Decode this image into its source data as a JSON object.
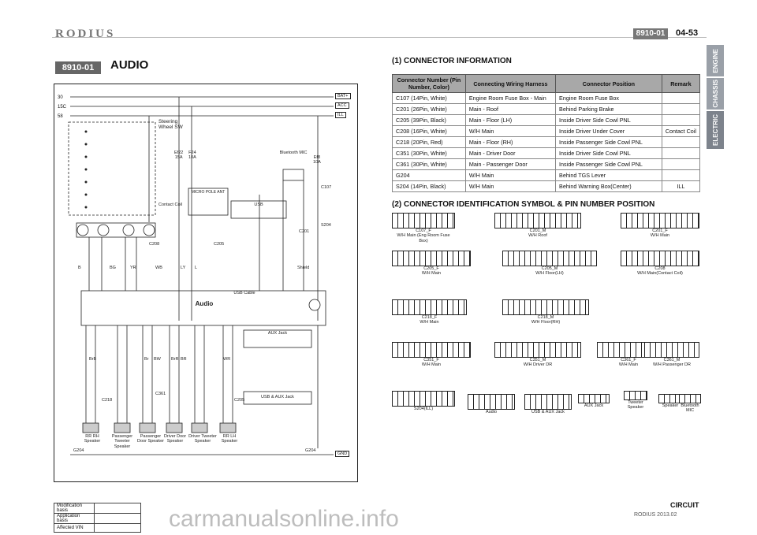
{
  "header": {
    "brand": "RODIUS",
    "code": "8910-01",
    "page": "04-53"
  },
  "side_tabs": [
    "ENGINE",
    "CHASSIS",
    "ELECTRIC"
  ],
  "section": {
    "code": "8910-01",
    "title": "AUDIO"
  },
  "diagram": {
    "rails": [
      "30",
      "15C",
      "58"
    ],
    "rail_tags": [
      "BAT+",
      "ACC",
      "ILL"
    ],
    "steering_sw": "Steering Wheel SW",
    "contact_coil": "Contact Coil",
    "fuses": [
      {
        "id": "Ef22",
        "amp": "15A"
      },
      {
        "id": "F24",
        "amp": "10A"
      },
      {
        "id": "Ef8",
        "amp": "10A"
      }
    ],
    "micro_pole": "MICRO POLE ANT",
    "usb": "USB",
    "bluetooth": "Bluetooth MIC",
    "audio": "Audio",
    "usb_cable": "USB Cable",
    "aux_jack": "AUX Jack",
    "usb_aux_jack": "USB & AUX Jack",
    "connectors": [
      "C208",
      "C107",
      "C205",
      "C201",
      "S204",
      "C218",
      "C361",
      "C205"
    ],
    "speakers": [
      "RR RH Speaker",
      "Passenger Tweeter Speaker",
      "Passenger Door Speaker",
      "Driver Door Speaker",
      "Driver Tweeter Speaker",
      "RR LH Speaker"
    ],
    "grounds": [
      "G204",
      "G204"
    ],
    "gnd_tag": "GND",
    "wire_colors": [
      "B",
      "BG",
      "BrB",
      "Br",
      "BW",
      "BrR",
      "BR",
      "WR",
      "WB",
      "LY",
      "L",
      "YR",
      "Shield"
    ]
  },
  "connector_info": {
    "heading": "(1) CONNECTOR INFORMATION",
    "columns": [
      "Connector Number (Pin Number, Color)",
      "Connecting Wiring Harness",
      "Connector Position",
      "Remark"
    ],
    "rows": [
      [
        "C107 (14Pin, White)",
        "Engine Room Fuse Box - Main",
        "Engine Room Fuse Box",
        ""
      ],
      [
        "C201 (26Pin, White)",
        "Main - Roof",
        "Behind Parking Brake",
        ""
      ],
      [
        "C205 (39Pin, Black)",
        "Main - Floor (LH)",
        "Inside Driver Side Cowl PNL",
        ""
      ],
      [
        "C208 (16Pin, White)",
        "W/H Main",
        "Inside Driver Under Cover",
        "Contact Coil"
      ],
      [
        "C218 (20Pin, Red)",
        "Main - Floor (RH)",
        "Inside Passenger Side Cowl PNL",
        ""
      ],
      [
        "C351 (30Pin, White)",
        "Main - Driver Door",
        "Inside Driver Side Cowl PNL",
        ""
      ],
      [
        "C361 (30Pin, White)",
        "Main - Passenger Door",
        "Inside Passenger Side Cowl PNL",
        ""
      ],
      [
        "G204",
        "W/H Main",
        "Behind TGS Lever",
        ""
      ],
      [
        "S204 (14Pin, Black)",
        "W/H Main",
        "Behind Warning Box(Center)",
        "ILL"
      ]
    ]
  },
  "connector_id": {
    "heading": "(2) CONNECTOR IDENTIFICATION SYMBOL & PIN NUMBER POSITION",
    "items": [
      {
        "name": "C107_F",
        "sub": "W/H Main (Eng Room Fuse Box)"
      },
      {
        "name": "C201_M",
        "sub": "W/H Roof"
      },
      {
        "name": "C201_F",
        "sub": "W/H Main"
      },
      {
        "name": "C205_F",
        "sub": "W/H Main"
      },
      {
        "name": "C205_M",
        "sub": "W/H Floor(LH)"
      },
      {
        "name": "C208",
        "sub": "W/H Main(Contact Coil)"
      },
      {
        "name": "C218_F",
        "sub": "W/H Main"
      },
      {
        "name": "C218_M",
        "sub": "W/H Floor(RH)"
      },
      {
        "name": "C351_F",
        "sub": "W/H Main"
      },
      {
        "name": "C351_M",
        "sub": "W/H Driver DR"
      },
      {
        "name": "C361_F",
        "sub": "W/H Main"
      },
      {
        "name": "C361_M",
        "sub": "W/H Passenger DR"
      },
      {
        "name": "S204(ILL)",
        "sub": ""
      },
      {
        "name": "Audio",
        "sub": ""
      },
      {
        "name": "USB & AUX Jack",
        "sub": ""
      },
      {
        "name": "AUX Jack",
        "sub": ""
      },
      {
        "name": "Tweeter Speaker",
        "sub": ""
      },
      {
        "name": "Speaker",
        "sub": ""
      },
      {
        "name": "Bluetooth MIC",
        "sub": ""
      }
    ]
  },
  "footer": {
    "rows": [
      "Modification basis",
      "Application basis",
      "Affected VIN"
    ],
    "circuit": "CIRCUIT",
    "model_year": "RODIUS 2013.02",
    "watermark": "carmanualsonline.info"
  }
}
